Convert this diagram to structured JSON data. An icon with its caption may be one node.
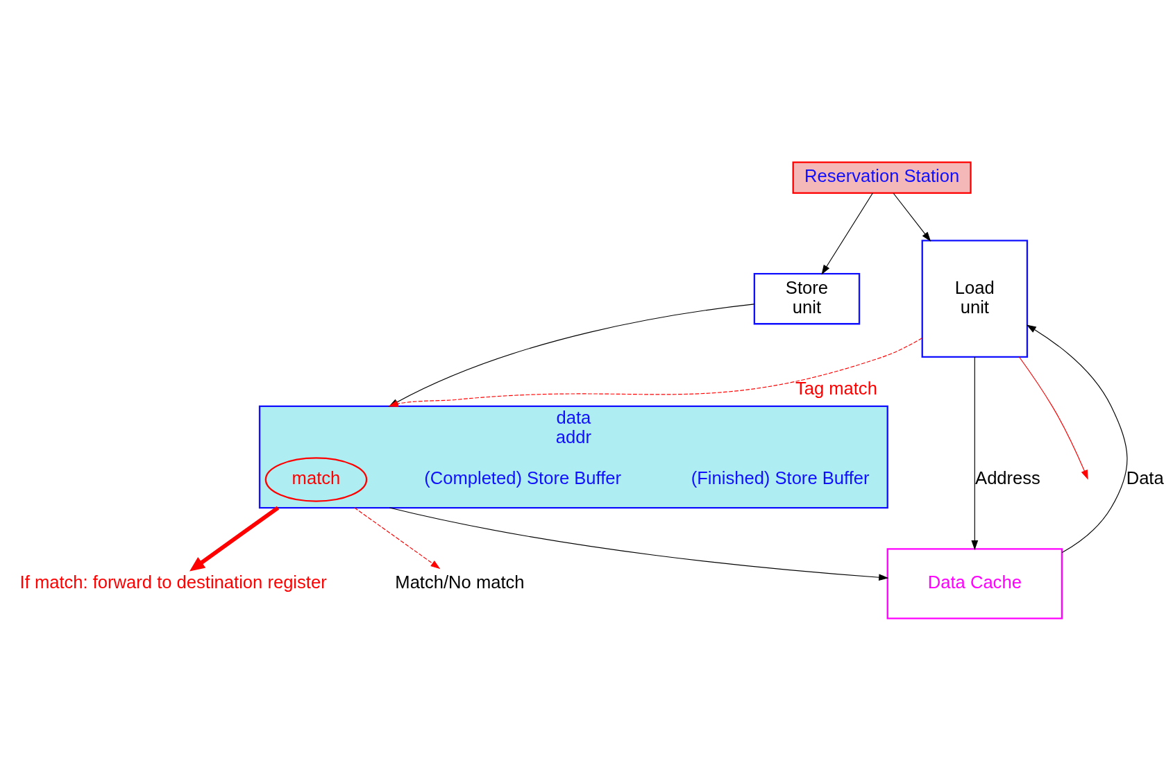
{
  "diagram": {
    "nodes": [
      {
        "text": [
          "Reservation Station"
        ]
      },
      {
        "text": [
          "Store",
          "unit"
        ]
      },
      {
        "text": [
          "Load",
          "unit"
        ]
      },
      {
        "text": [
          "data",
          "addr"
        ],
        "beside": [
          "(Finished) Store Buffer",
          "(Completed) Store Buffer"
        ]
      },
      {
        "text": [
          "match"
        ],
        "in": 3
      },
      {
        "text": [
          "If match: forward to destination register"
        ]
      },
      {
        "text": [
          "Data Cache"
        ]
      },
      {
        "text": [
          "Match/No match"
        ]
      }
    ],
    "edges": [
      {
        "from": 0,
        "to": 1,
        "arrow": "to"
      },
      {
        "from": 0,
        "to": 2,
        "arrow": "to"
      },
      {
        "from": 1,
        "to": 3,
        "arrow": "to"
      },
      {
        "from": 2,
        "to": 3,
        "arrow": "to",
        "label": "Tag match",
        "style": "dashed",
        "color": "#ff0000"
      },
      {
        "from": 2,
        "to": null,
        "arrow": "to",
        "color": "#ff0000"
      },
      {
        "from": 2,
        "to": 6,
        "arrow": "to",
        "label": "Address"
      },
      {
        "from": 6,
        "to": 2,
        "arrow": "to",
        "label": "Data"
      },
      {
        "from": 3,
        "to": 6,
        "arrow": "to"
      },
      {
        "from": 3,
        "to": 5,
        "arrow": "to",
        "style": "thick",
        "color": "#ff0000"
      },
      {
        "from": 3,
        "to": 7,
        "arrow": "to",
        "style": "dashed",
        "color": "#ff0000"
      }
    ]
  }
}
